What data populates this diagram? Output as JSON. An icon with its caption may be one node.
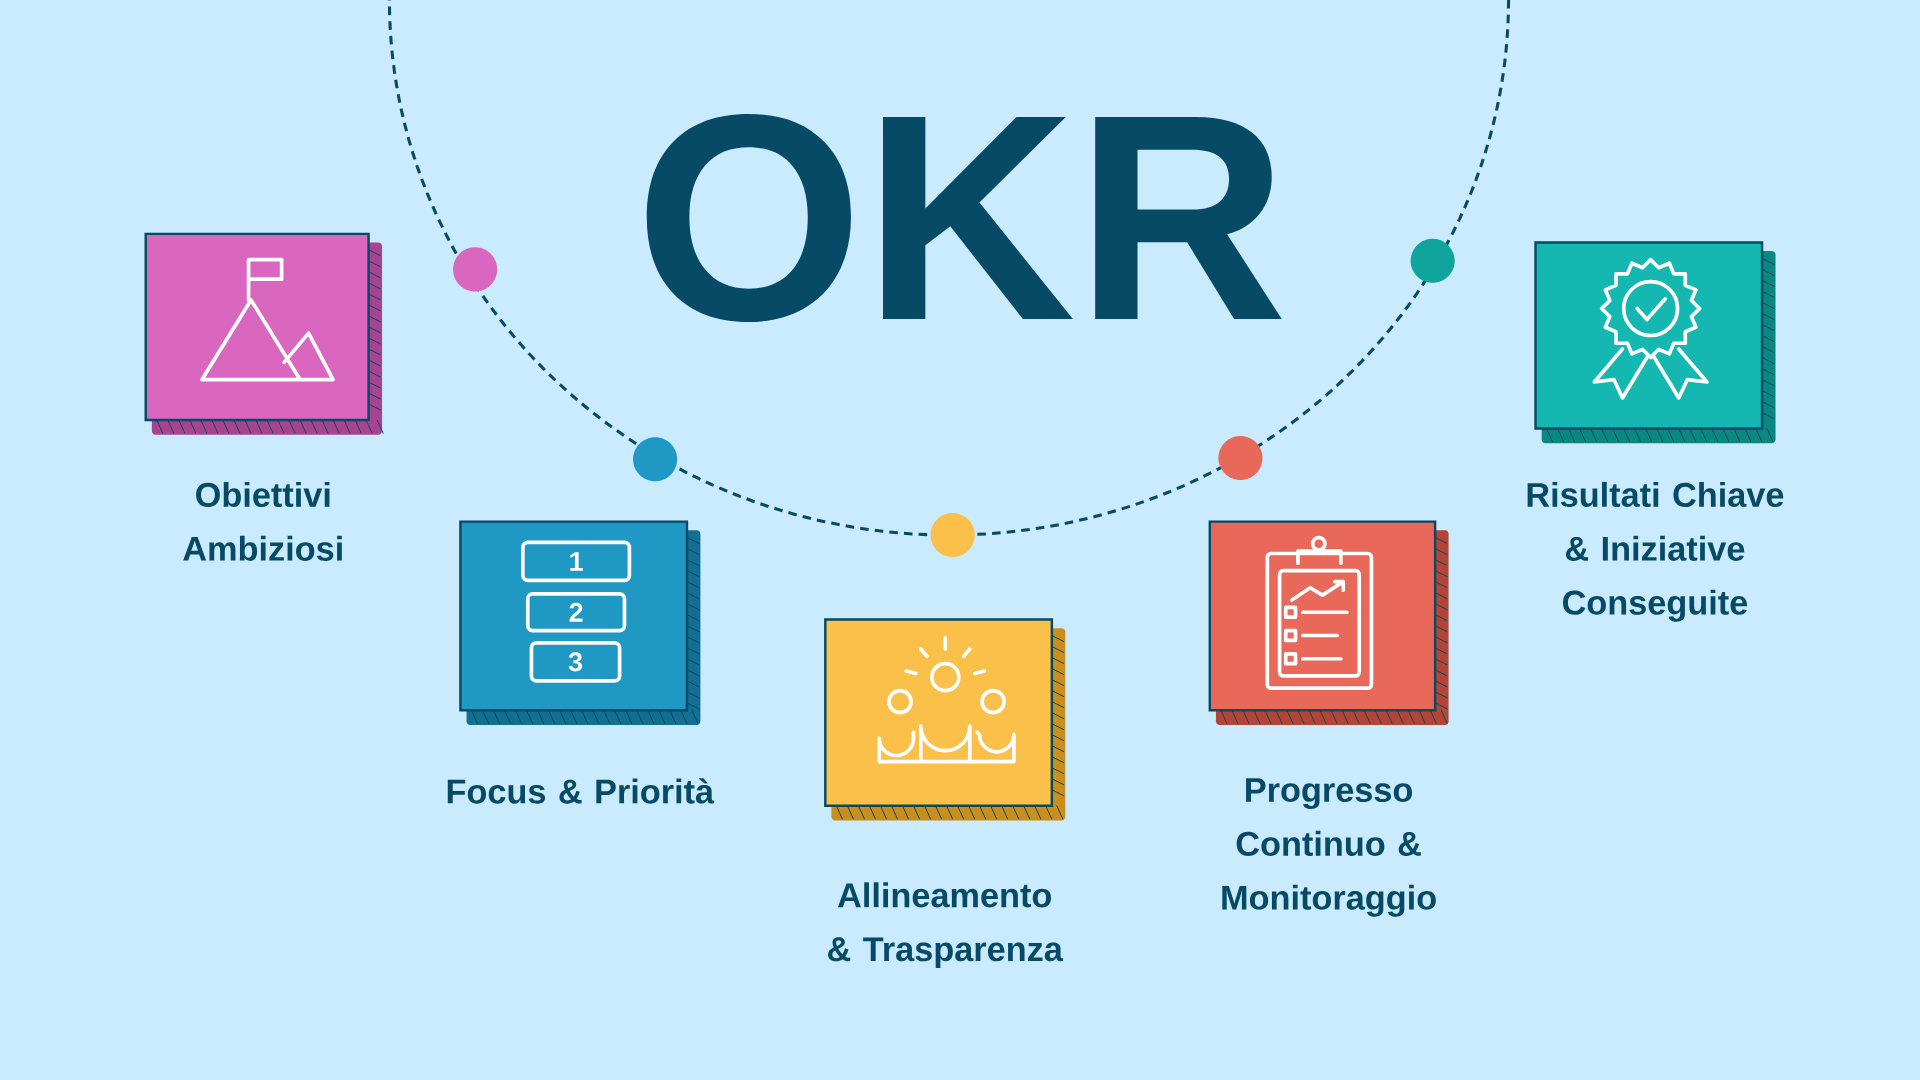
{
  "diagram": {
    "title": "OKR",
    "nodes": [
      {
        "text": [
          "Obiettivi Ambiziosi"
        ]
      },
      {
        "text": [
          "Focus & Priorità"
        ]
      },
      {
        "text": [
          "Allineamento & Trasparenza"
        ]
      },
      {
        "text": [
          "Progresso Continuo & Monitoraggio"
        ]
      },
      {
        "text": [
          "Risultati Chiave & Iniziative Conseguite"
        ]
      }
    ],
    "labels": [
      "1",
      "2",
      "3"
    ]
  }
}
